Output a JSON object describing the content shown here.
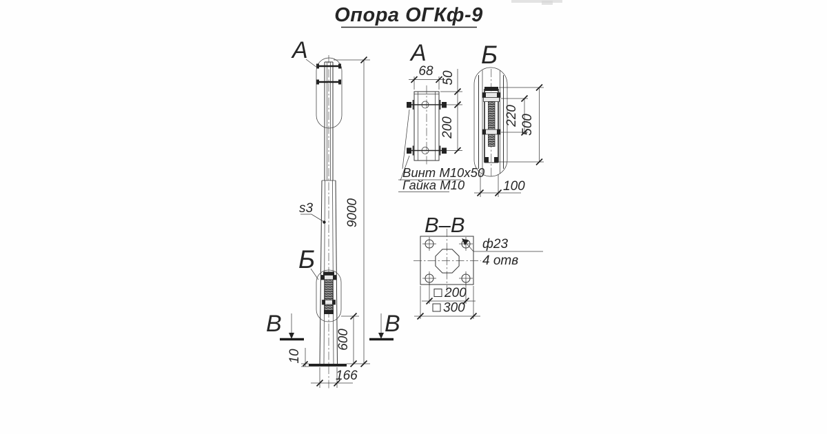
{
  "title": "Опора ОГКф-9",
  "colors": {
    "ink": "#2c2c2c",
    "paper": "#fefefe"
  },
  "main_view": {
    "callout_a_label": "А",
    "callout_b_label": "Б",
    "section_mark_left": "В",
    "section_mark_right": "В",
    "wall_thickness_label": "s3",
    "dim_total_height": "9000",
    "dim_embed_600": "600",
    "dim_plate_thickness": "10",
    "dim_base_width": "166"
  },
  "detail_a": {
    "heading": "А",
    "dim_width": "68",
    "dim_top_offset": "50",
    "dim_bolt_spacing": "200",
    "note_line1": "Винт М10х50",
    "note_line2": "Гайка М10"
  },
  "detail_b": {
    "heading": "Б",
    "dim_overlap_220": "220",
    "dim_overlap_500": "500",
    "dim_width_100": "100"
  },
  "section_vv": {
    "heading": "В–В",
    "hole_diameter": "ф23",
    "holes_count": "4 отв",
    "dim_bolt_square": "200",
    "dim_plate_square": "300"
  }
}
